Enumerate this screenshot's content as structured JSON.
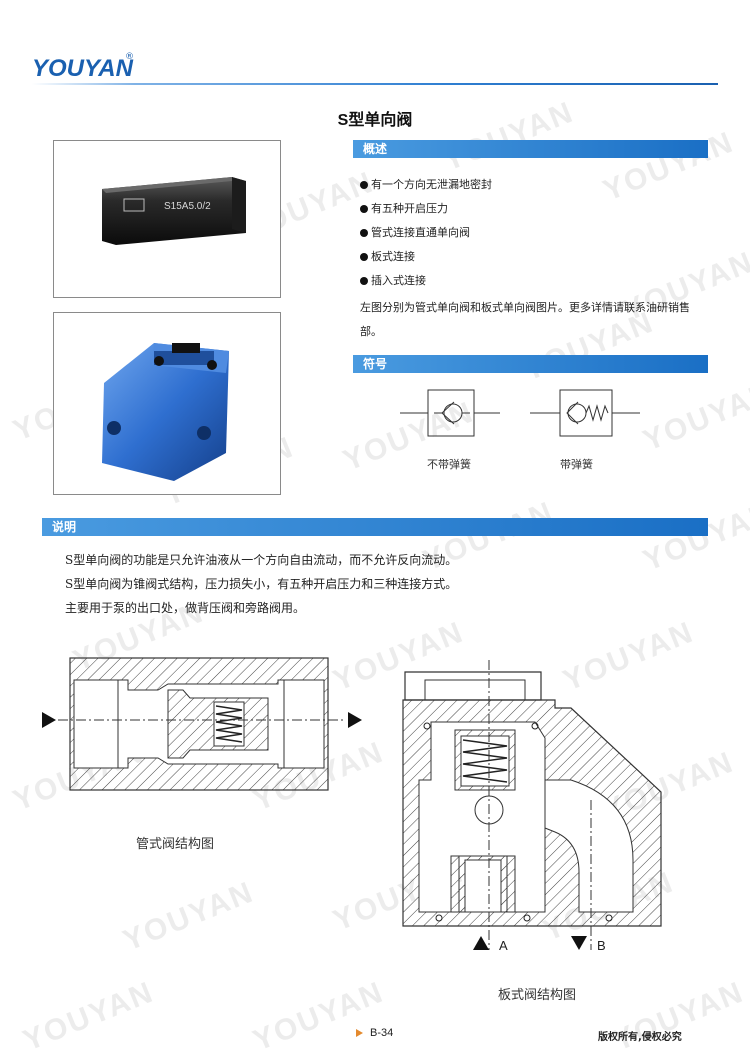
{
  "header": {
    "brand": "YOUYAN",
    "registered": "®"
  },
  "title": "S型单向阀",
  "overview": {
    "heading": "概述",
    "items": [
      "有一个方向无泄漏地密封",
      "有五种开启压力",
      "管式连接直通单向阀",
      "板式连接",
      "插入式连接"
    ],
    "note": "左图分别为管式单向阀和板式单向阀图片。更多详情请联系油研销售部。"
  },
  "photos": {
    "valve_marking": "S15A5.0/2"
  },
  "symbols": {
    "heading": "符号",
    "captions": [
      "不带弹簧",
      "带弹簧"
    ]
  },
  "description": {
    "heading": "说明",
    "lines": [
      "S型单向阀的功能是只允许油液从一个方向自由流动，而不允许反向流动。",
      "S型单向阀为锥阀式结构，压力损失小，有五种开启压力和三种连接方式。",
      "主要用于泵的出口处，做背压阀和旁路阀用。"
    ]
  },
  "figures": {
    "pipe_caption": "管式阀结构图",
    "plate_caption": "板式阀结构图",
    "port_a": "A",
    "port_b": "B"
  },
  "footer": {
    "page": "B-34",
    "copyright": "版权所有,侵权必究"
  },
  "watermark": {
    "text": "YOUYAN"
  },
  "colors": {
    "brand_blue": "#1a60b0",
    "bar_blue": "#1a6fc5",
    "valve_blue": "#2f6fd0"
  }
}
